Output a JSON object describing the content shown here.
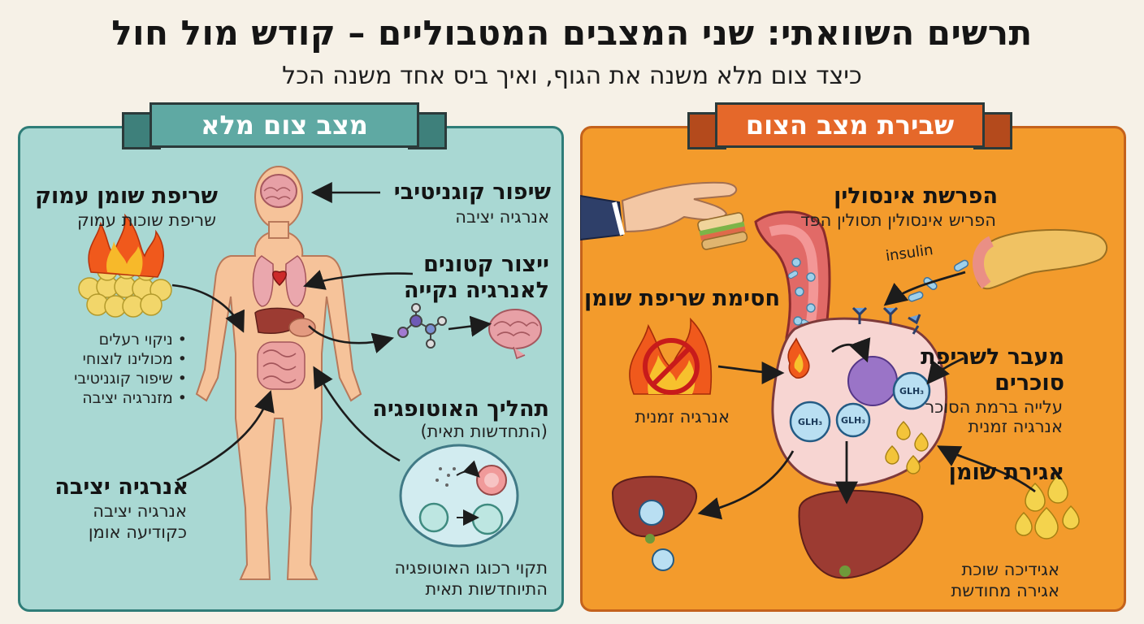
{
  "title": "תרשים השוואתי: שני המצבים המטבוליים – קודש מול חול",
  "subtitle": "כיצד צום מלא משנה את הגוף, ואיך ביס אחד משנה הכל",
  "left_panel": {
    "banner": "מצב צום מלא",
    "deep_fat": {
      "title": "שריפת שומן עמוק",
      "subtitle": "שריפת שוכות עמוק"
    },
    "bullets": [
      "ניקוי רעלים",
      "מכולינו לוצוחי",
      "שיפור קוגניטיבי",
      "מזנרגיה יציבה"
    ],
    "stable_energy": {
      "title": "אנרגיה יציבה",
      "lines": [
        "אנרגיה יציבה",
        "כקודיעה אומן"
      ]
    },
    "cognitive": {
      "title": "שיפור קוגניטיבי",
      "subtitle": "אנרגיה יציבה"
    },
    "ketones": {
      "title_lines": [
        "ייצור קטונים",
        "לאנרגיה נקייה"
      ]
    },
    "autophagy": {
      "title": "תהליך האוטופגיה",
      "subtitle": "(התחדשות תאית)",
      "lines": [
        "תקוי רכוגו האוטופגיה",
        "התיוחדשות תאית"
      ]
    }
  },
  "right_panel": {
    "banner": "שבירת מצב הצום",
    "insulin_release": {
      "title": "הפרשת אינסולין",
      "subtitle": "הפריש אינסולין תסולין הפד"
    },
    "insulin_label": "insulin",
    "fat_block": {
      "title": "חסימת שריפת שומן",
      "subtitle": "אנרגיה זמנית"
    },
    "sugar_burn": {
      "title_lines": [
        "מעבר לשריפת",
        "סוכרים"
      ],
      "lines": [
        "עלייה ברמת הסוכר",
        "אנרגיה זמנית"
      ]
    },
    "fat_storage": {
      "title": "אגירת שומן",
      "lines": [
        "אגידיכה שוכת",
        "אגירה מחודשת"
      ]
    },
    "glh_label": "GLH₃"
  },
  "colors": {
    "left_bg": "#a9d8d3",
    "left_banner": "#5fa9a3",
    "right_bg": "#f39b2c",
    "right_banner": "#e5682a",
    "skin": "#f6c39a",
    "liver": "#9c3b32"
  }
}
